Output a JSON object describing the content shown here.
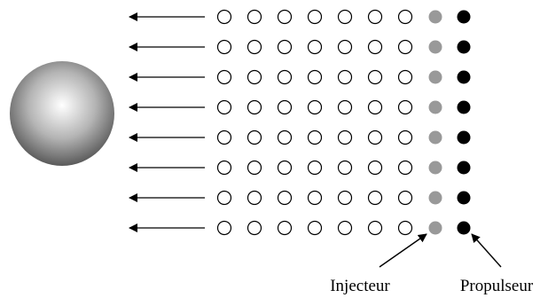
{
  "diagram": {
    "rows": 8,
    "hollow_columns": 7,
    "colors": {
      "background": "#ffffff",
      "stroke": "#000000",
      "injector_fill": "#999999",
      "propulsor_fill": "#000000",
      "sphere_center": "#ffffff",
      "sphere_edge": "#5a5a5a"
    },
    "labels": {
      "injector": "Injecteur",
      "propulsor": "Propulseur"
    }
  }
}
